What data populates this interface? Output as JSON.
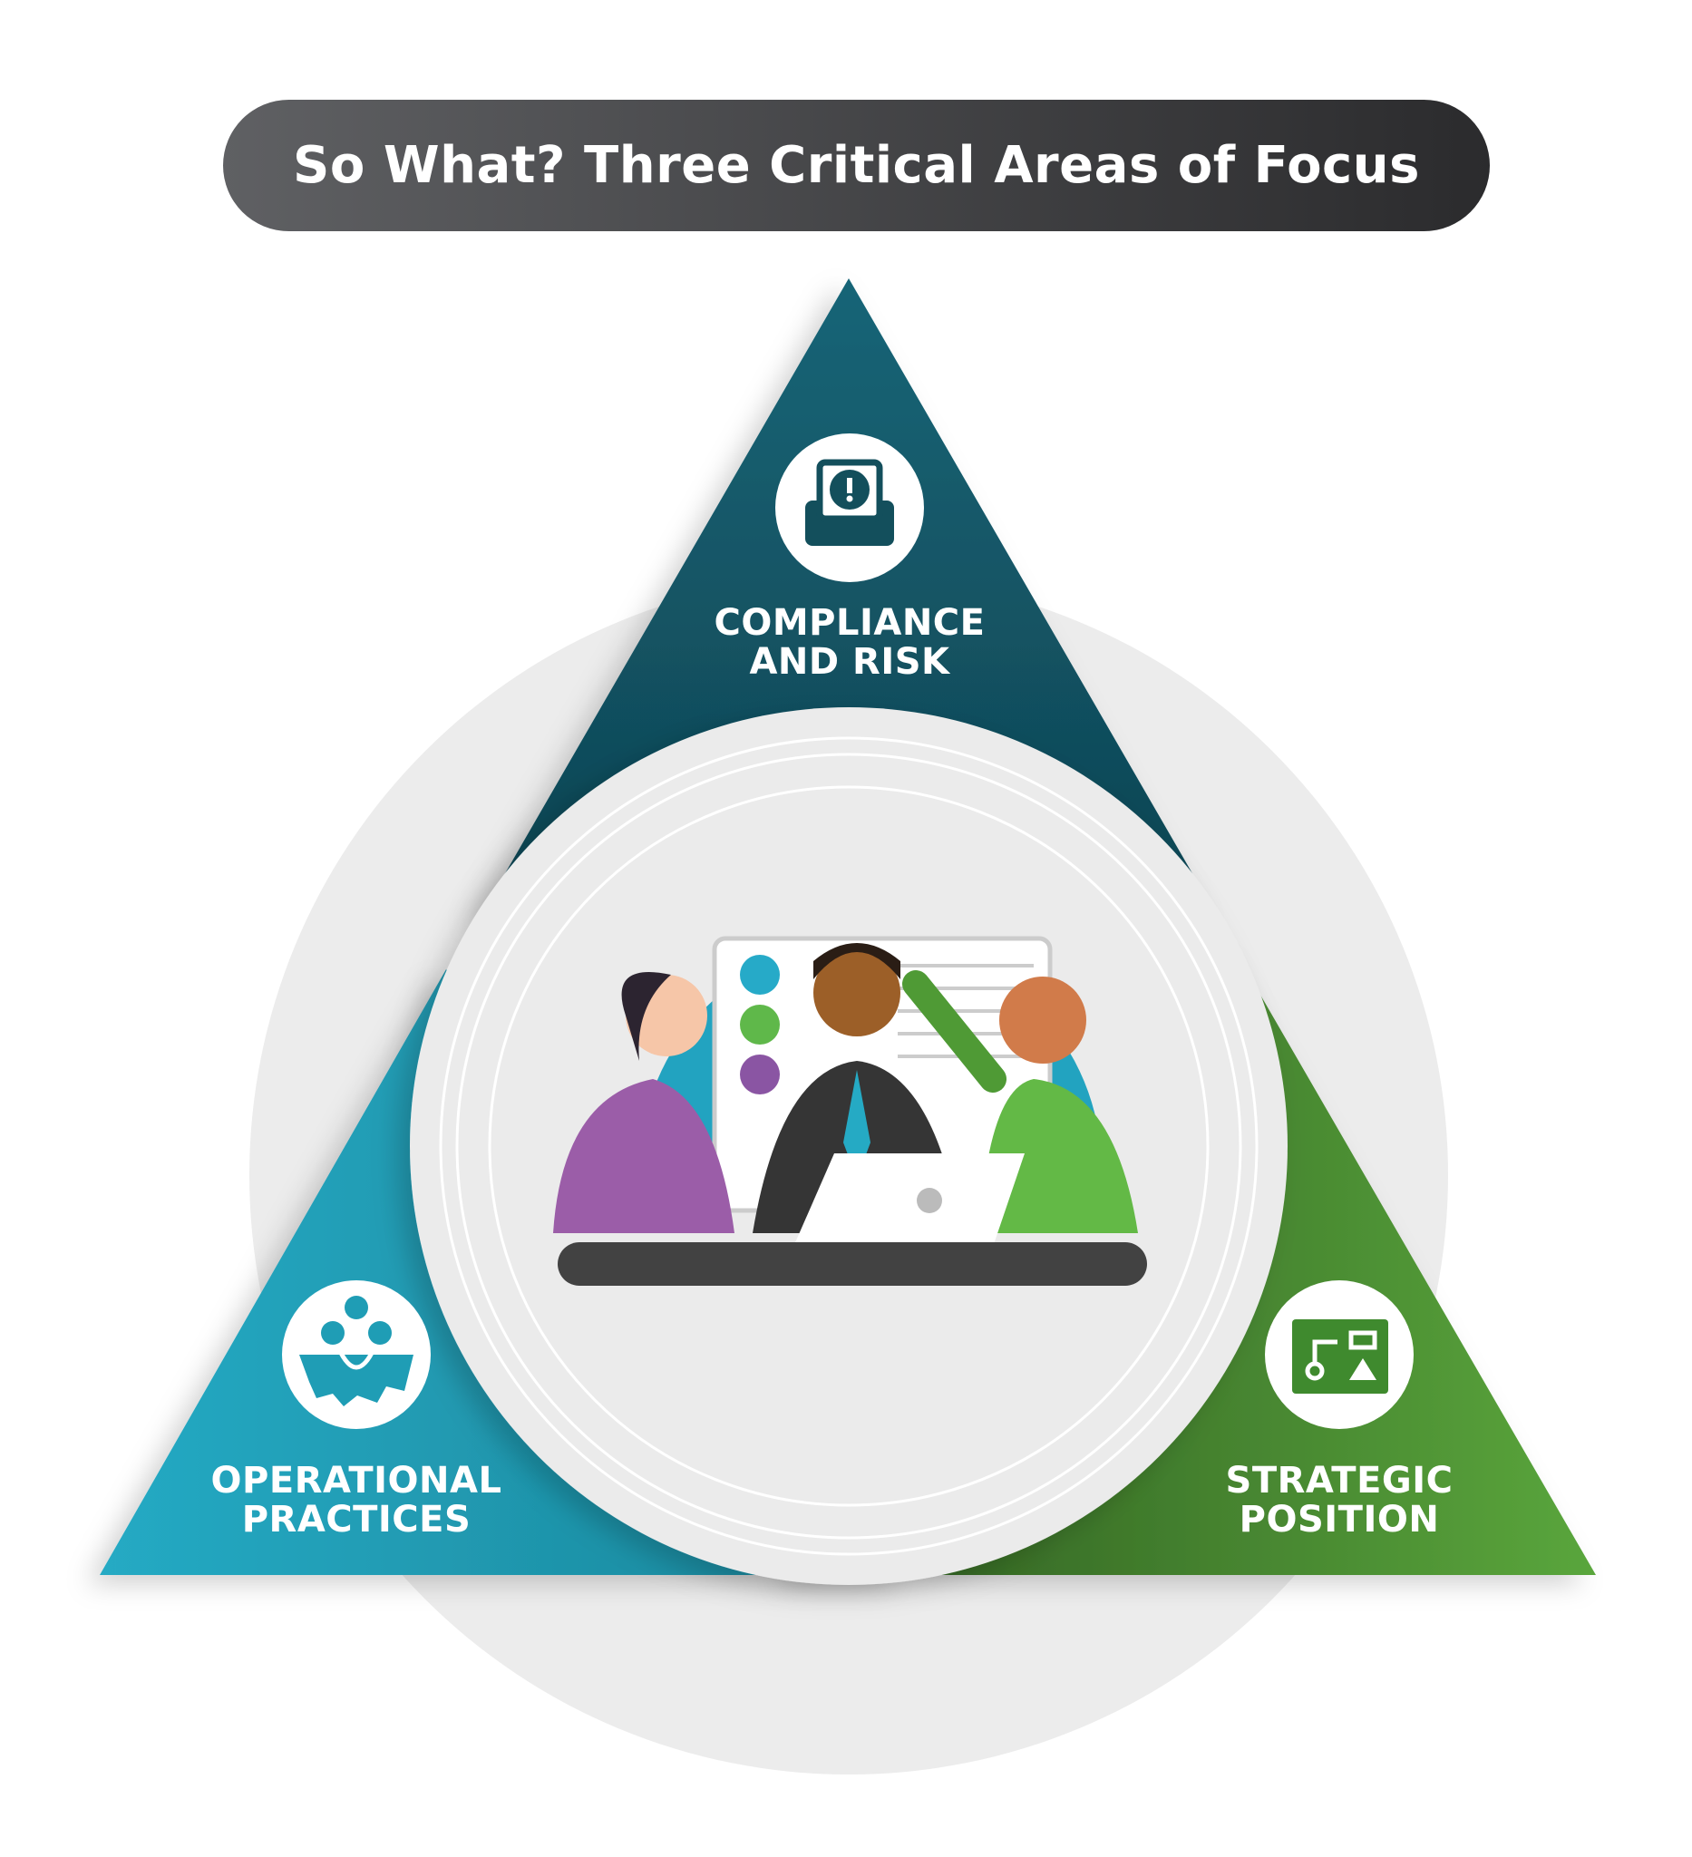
{
  "title": "So What? Three Critical Areas of Focus",
  "areas": [
    {
      "line1": "COMPLIANCE",
      "line2": "AND RISK",
      "icon": "alert-inbox-icon",
      "color": "#134f5c"
    },
    {
      "line1": "OPERATIONAL",
      "line2": "PRACTICES",
      "icon": "team-gear-icon",
      "color": "#1f9db5"
    },
    {
      "line1": "STRATEGIC",
      "line2": "POSITION",
      "icon": "strategy-board-icon",
      "color": "#3f8a2e"
    }
  ]
}
